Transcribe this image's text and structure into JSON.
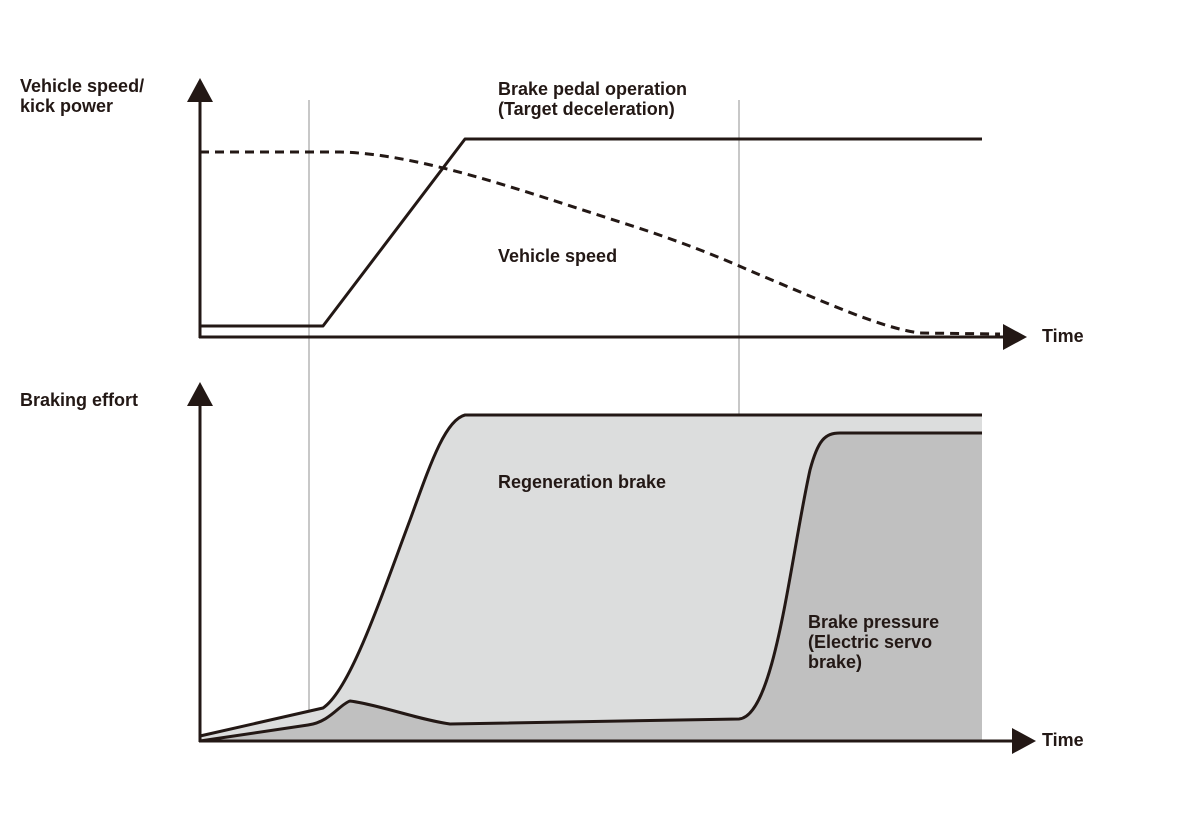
{
  "top_panel": {
    "y_axis_label_line1": "Vehicle speed/",
    "y_axis_label_line2": "kick power",
    "x_axis_label": "Time",
    "brake_pedal_label_line1": "Brake pedal operation",
    "brake_pedal_label_line2": "(Target deceleration)",
    "vehicle_speed_label": "Vehicle speed"
  },
  "bottom_panel": {
    "y_axis_label": "Braking effort",
    "x_axis_label": "Time",
    "regeneration_label": "Regeneration brake",
    "brake_pressure_label_line1": "Brake pressure",
    "brake_pressure_label_line2": "(Electric servo",
    "brake_pressure_label_line3": "brake)"
  },
  "colors": {
    "ink": "#231815",
    "regeneration_fill": "#dcdddd",
    "pressure_fill": "#c0c0c0",
    "guide_line": "#b5b5b5"
  }
}
